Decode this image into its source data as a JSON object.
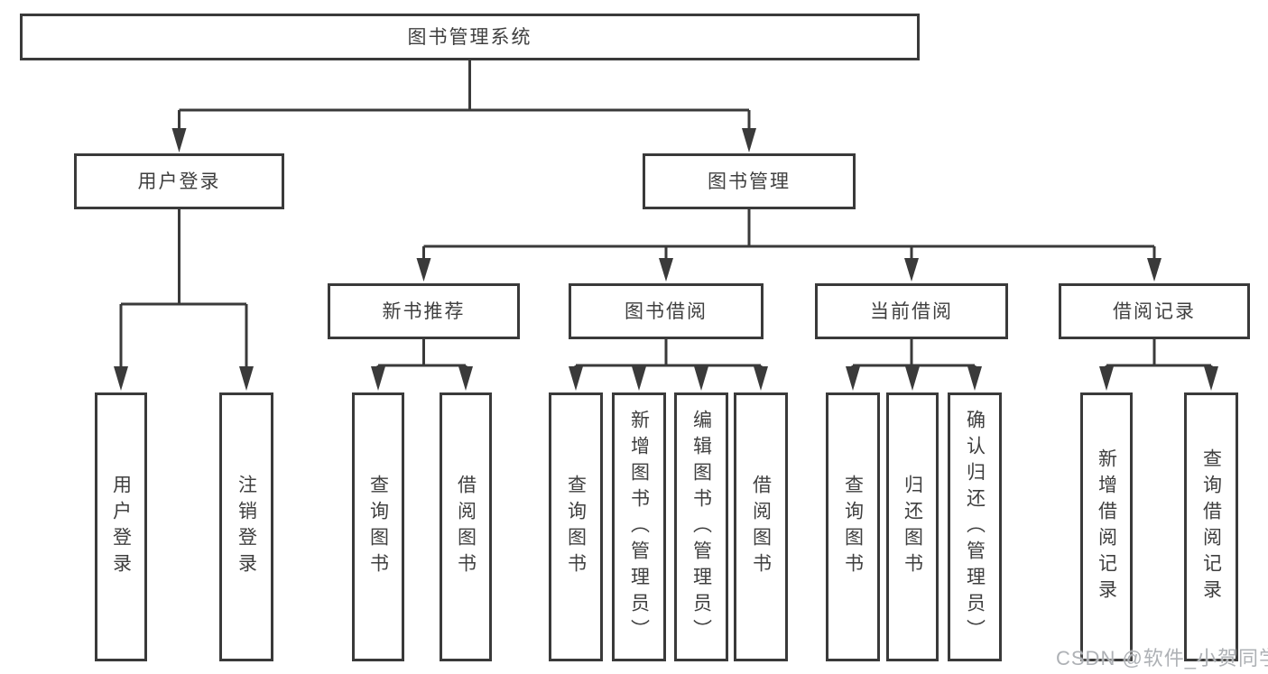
{
  "colors": {
    "line": "#3a3a3a",
    "text": "#3f3f3f",
    "watermark": "#aeb1b5",
    "background": "#ffffff"
  },
  "watermark": "CSDN @软件_小贺同学",
  "tree": {
    "label": "图书管理系统",
    "children": [
      {
        "label": "用户登录",
        "children": [
          {
            "label": "用户登录"
          },
          {
            "label": "注销登录"
          }
        ]
      },
      {
        "label": "图书管理",
        "children": [
          {
            "label": "新书推荐",
            "children": [
              {
                "label": "查询图书"
              },
              {
                "label": "借阅图书"
              }
            ]
          },
          {
            "label": "图书借阅",
            "children": [
              {
                "label": "查询图书"
              },
              {
                "label": "新增图书（管理员）"
              },
              {
                "label": "编辑图书（管理员）"
              },
              {
                "label": "借阅图书"
              }
            ]
          },
          {
            "label": "当前借阅",
            "children": [
              {
                "label": "查询图书"
              },
              {
                "label": "归还图书"
              },
              {
                "label": "确认归还（管理员）"
              }
            ]
          },
          {
            "label": "借阅记录",
            "children": [
              {
                "label": "新增借阅记录"
              },
              {
                "label": "查询借阅记录"
              }
            ]
          }
        ]
      }
    ]
  }
}
